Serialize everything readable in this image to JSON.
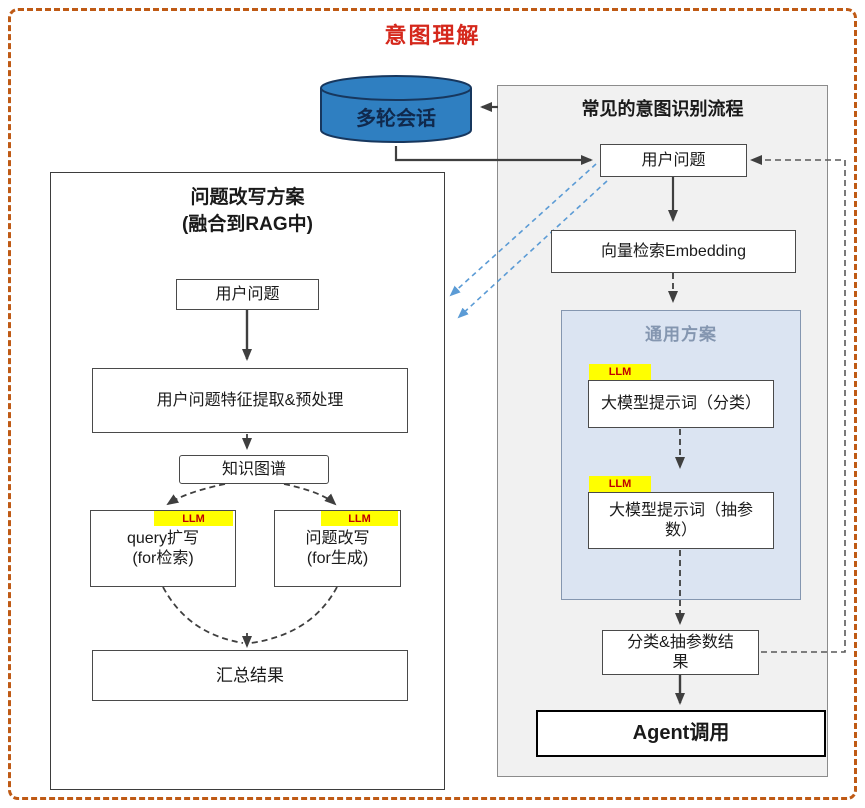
{
  "title": "意图理解",
  "cylinder_label": "多轮会话",
  "llm_tag": "LLM",
  "left_panel": {
    "title_line1": "问题改写方案",
    "title_line2": "(融合到RAG中)",
    "user_question": "用户问题",
    "feature_box": "用户问题特征提取&预处理",
    "knowledge_graph": "知识图谱",
    "query_expand": {
      "line1": "query扩写",
      "line2": "(for检索)"
    },
    "question_rewrite": {
      "line1": "问题改写",
      "line2": "(for生成)"
    },
    "summary": "汇总结果"
  },
  "right_panel": {
    "title": "常见的意图识别流程",
    "user_question": "用户问题",
    "embedding": "向量检索Embedding",
    "general": {
      "title": "通用方案",
      "classify": "大模型提示词（分类）",
      "extract": "大模型提示词（抽参数）"
    },
    "result": "分类&抽参数结果",
    "agent": "Agent调用"
  },
  "colors": {
    "frame_border": "#bf5a15",
    "title_red": "#d5281c",
    "cylinder_fill": "#2f7fc1",
    "cylinder_stroke": "#17375e",
    "right_panel_bg": "#f1f1f1",
    "blue_panel_bg": "#dbe4f2",
    "blue_panel_border": "#8496b0",
    "llm_bg": "#ffff00",
    "llm_text": "#c00000",
    "arrow_dark": "#3f3f3f",
    "arrow_blue": "#5b9bd5"
  }
}
